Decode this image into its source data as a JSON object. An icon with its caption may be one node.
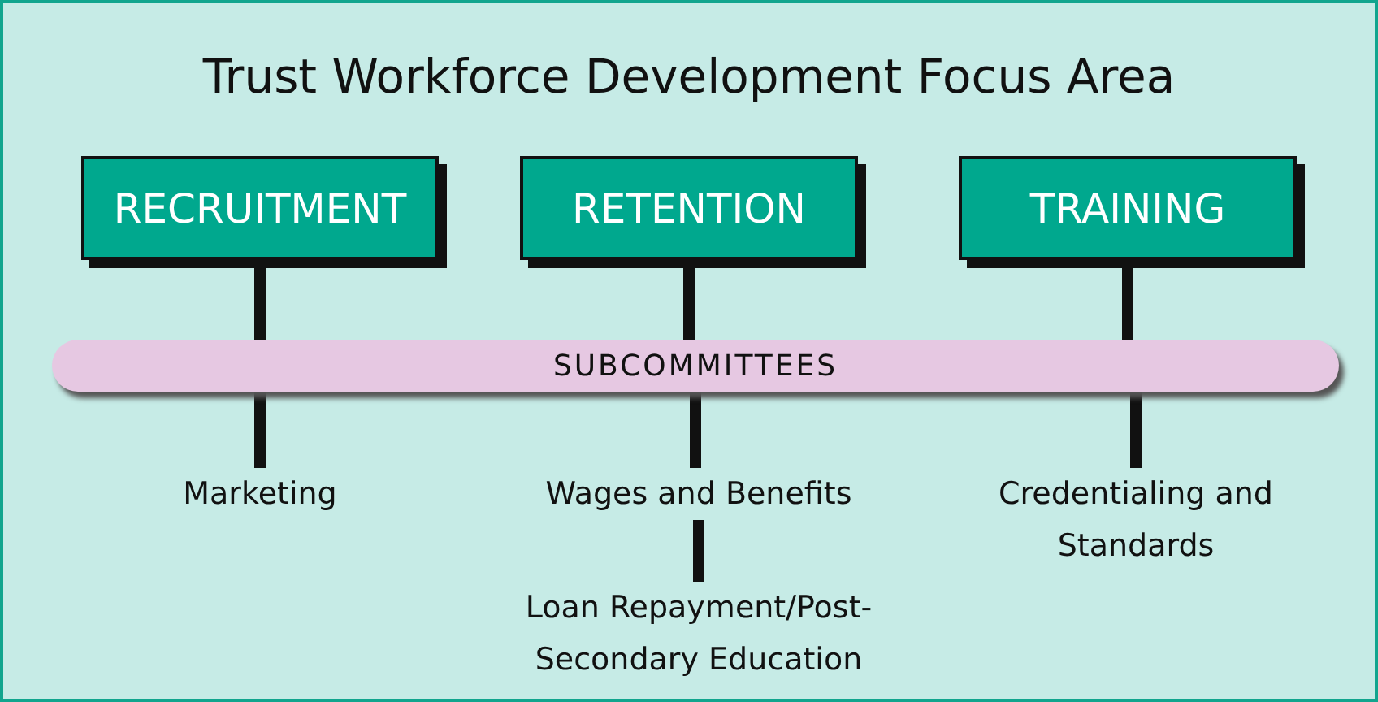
{
  "diagram": {
    "title": "Trust Workforce Development Focus Area",
    "nodes": [
      {
        "text": [
          "RECRUITMENT"
        ]
      },
      {
        "text": [
          "RETENTION"
        ]
      },
      {
        "text": [
          "TRAINING"
        ]
      },
      {
        "text": [
          "SUBCOMMITTEES"
        ]
      },
      {
        "text": [
          "Marketing"
        ]
      },
      {
        "text": [
          "Wages and Benefits"
        ]
      },
      {
        "text": [
          "Credentialing and Standards"
        ]
      },
      {
        "text": [
          "Loan Repayment/Post-Secondary Education"
        ]
      }
    ],
    "edges": [
      {
        "from": 0,
        "to": 3,
        "arrow": "none"
      },
      {
        "from": 1,
        "to": 3,
        "arrow": "none"
      },
      {
        "from": 2,
        "to": 3,
        "arrow": "none"
      },
      {
        "from": 3,
        "to": 4,
        "arrow": "none"
      },
      {
        "from": 3,
        "to": 5,
        "arrow": "none"
      },
      {
        "from": 3,
        "to": 6,
        "arrow": "none"
      },
      {
        "from": 5,
        "to": 7,
        "arrow": "none"
      }
    ]
  }
}
